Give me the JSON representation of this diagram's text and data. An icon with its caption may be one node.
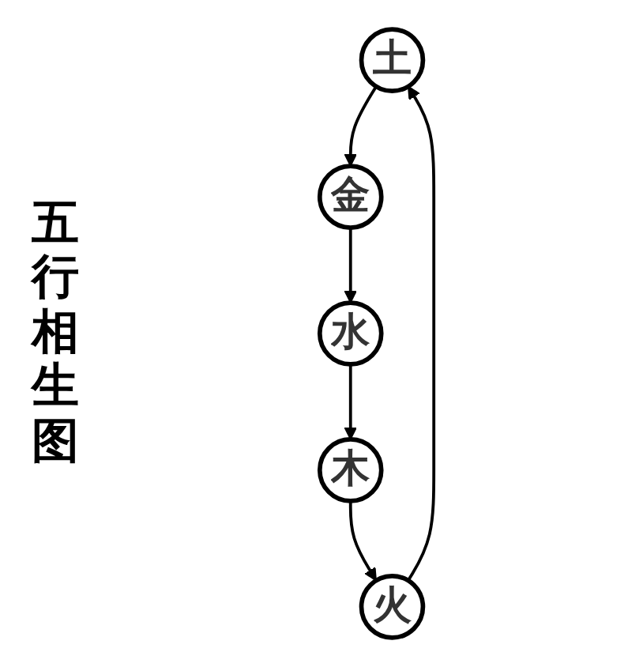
{
  "diagram": {
    "title": "五行相生图",
    "nodes": [
      {
        "text": [
          "土"
        ]
      },
      {
        "text": [
          "金"
        ]
      },
      {
        "text": [
          "水"
        ]
      },
      {
        "text": [
          "木"
        ]
      },
      {
        "text": [
          "火"
        ]
      }
    ],
    "edges": [
      {
        "from": 0,
        "to": 1,
        "arrow": "to"
      },
      {
        "from": 1,
        "to": 2,
        "arrow": "to"
      },
      {
        "from": 2,
        "to": 3,
        "arrow": "to"
      },
      {
        "from": 3,
        "to": 4,
        "arrow": "to"
      },
      {
        "from": 4,
        "to": 0,
        "arrow": "to"
      }
    ]
  }
}
